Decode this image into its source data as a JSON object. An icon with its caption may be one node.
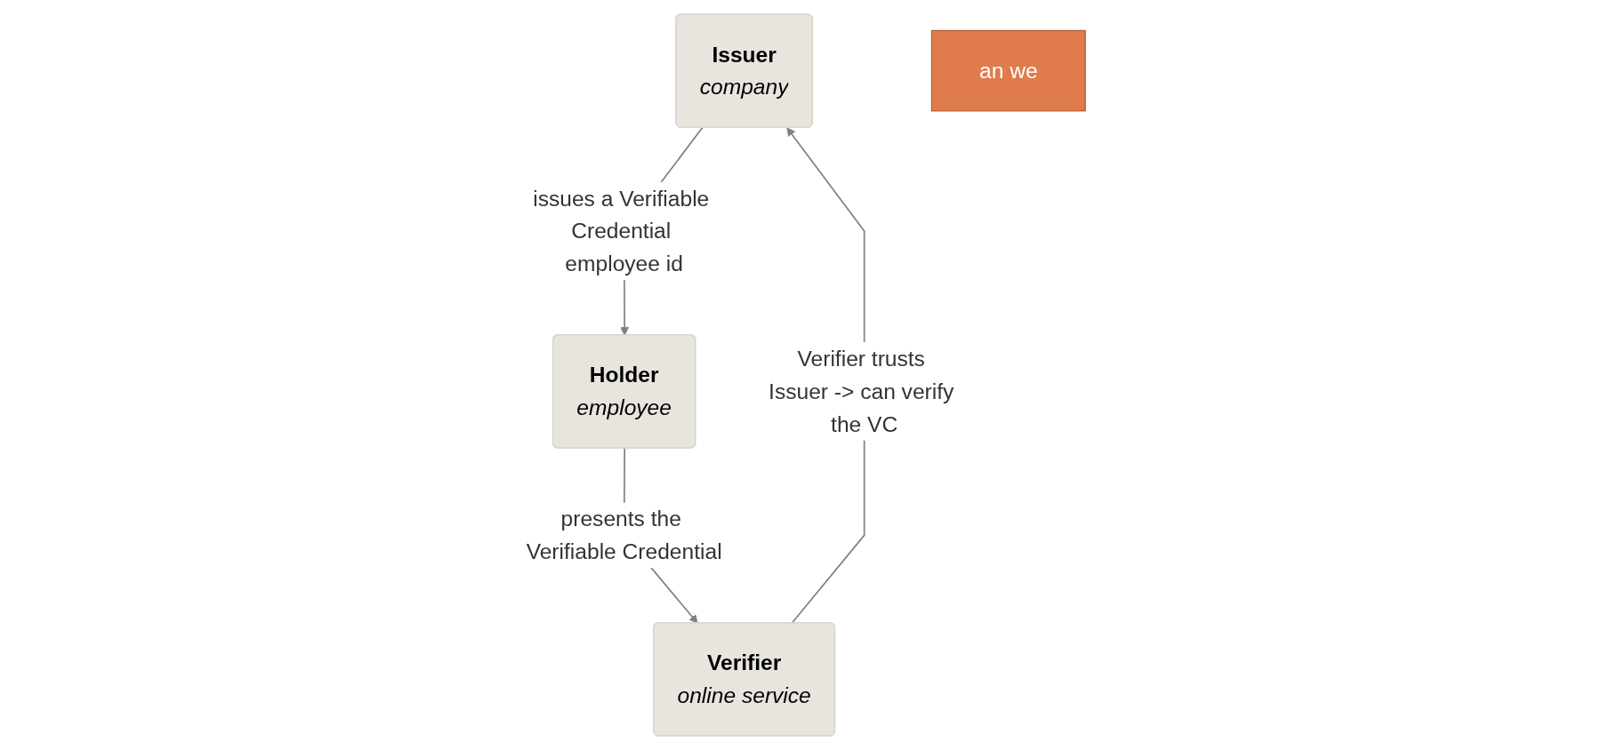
{
  "diagram": {
    "nodes": [
      {
        "text": [
          "Issuer",
          "company"
        ]
      },
      {
        "text": [
          "Holder",
          "employee"
        ]
      },
      {
        "text": [
          "Verifier",
          "online service"
        ]
      },
      {
        "text": [
          "an we"
        ]
      }
    ],
    "edges": [
      {
        "from": 0,
        "to": 1,
        "arrow": "to",
        "label": "issues a Verifiable Credential employee id"
      },
      {
        "from": 1,
        "to": 2,
        "arrow": "to",
        "label": "presents the Verifiable Credential"
      },
      {
        "from": 2,
        "to": 0,
        "arrow": "to",
        "label": "Verifier trusts Issuer -> can verify the VC"
      }
    ]
  }
}
